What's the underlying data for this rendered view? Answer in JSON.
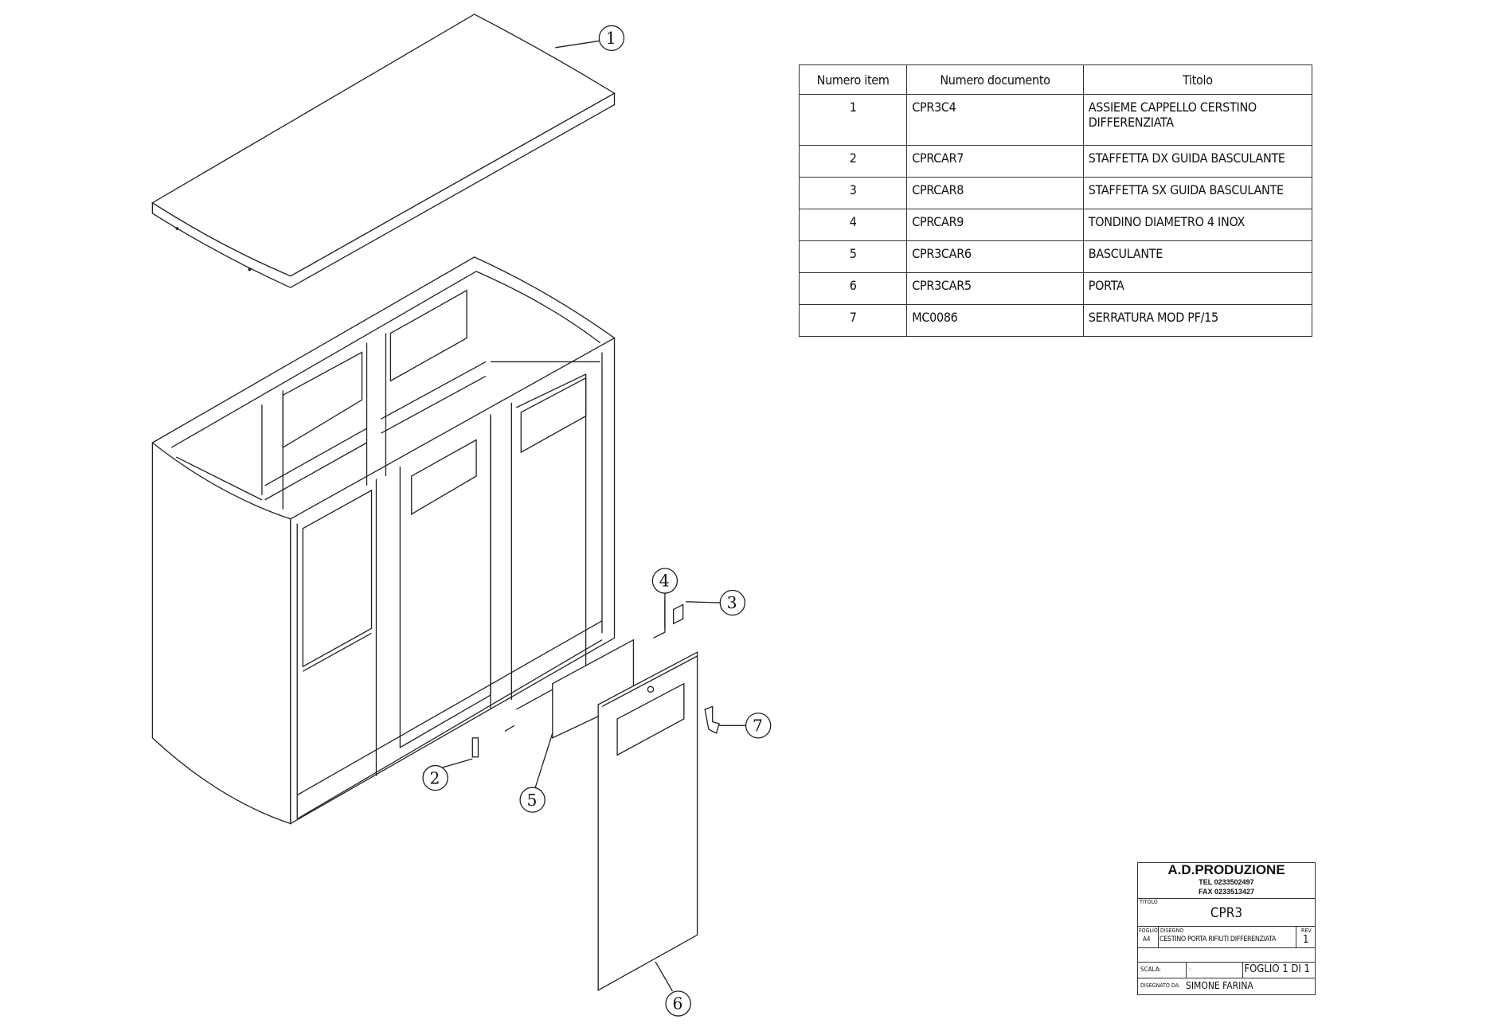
{
  "bom_table": {
    "headers": [
      "Numero item",
      "Numero documento",
      "Titolo"
    ],
    "rows": [
      {
        "item": "1",
        "document": "CPR3C4",
        "title": "ASSIEME CAPPELLO CERSTINO DIFFERENZIATA"
      },
      {
        "item": "2",
        "document": "CPRCAR7",
        "title": "STAFFETTA DX GUIDA BASCULANTE"
      },
      {
        "item": "3",
        "document": "CPRCAR8",
        "title": "STAFFETTA SX GUIDA BASCULANTE"
      },
      {
        "item": "4",
        "document": "CPRCAR9",
        "title": "TONDINO DIAMETRO 4 INOX"
      },
      {
        "item": "5",
        "document": "CPR3CAR6",
        "title": "BASCULANTE"
      },
      {
        "item": "6",
        "document": "CPR3CAR5",
        "title": "PORTA"
      },
      {
        "item": "7",
        "document": "MC0086",
        "title": "SERRATURA MOD PF/15"
      }
    ]
  },
  "balloons": [
    "1",
    "2",
    "3",
    "4",
    "5",
    "6",
    "7"
  ],
  "title_block": {
    "company": "A.D.PRODUZIONE",
    "tel": "TEL 0233502497",
    "fax": "FAX 0233513427",
    "titolo_label": "TITOLO",
    "titolo": "CPR3",
    "foglio_label": "FOGLIO",
    "foglio_size": "A4",
    "disegno_label": "DISEGNO",
    "disegno": "CESTINO PORTA RIFIUTI DIFFERENZIATA",
    "rev_label": "REV",
    "rev": "1",
    "scala_label": "SCALA:",
    "scala_value": ":",
    "sheet": "FOGLIO 1 DI 1",
    "drawn_by_label": "DISEGNATO DA:",
    "drawn_by": "SIMONE FARINA"
  }
}
